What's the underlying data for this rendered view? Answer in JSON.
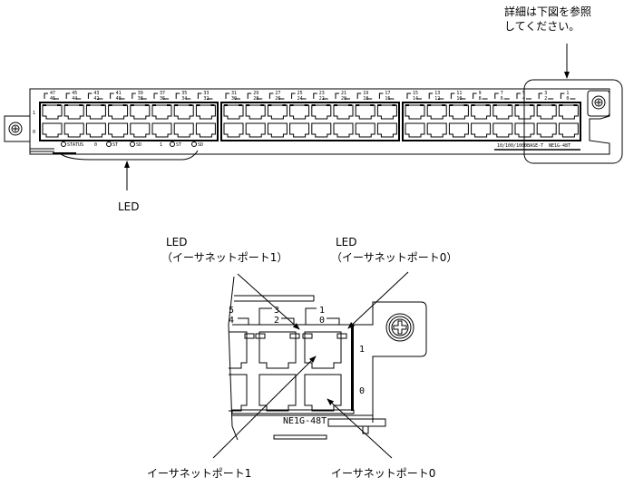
{
  "note": {
    "line1": "詳細は下図を参照",
    "line2": "してください。"
  },
  "led_callout": "LED",
  "panel": {
    "port_columns": [
      [
        "47",
        "46"
      ],
      [
        "45",
        "44"
      ],
      [
        "43",
        "42"
      ],
      [
        "41",
        "40"
      ],
      [
        "39",
        "38"
      ],
      [
        "37",
        "36"
      ],
      [
        "35",
        "34"
      ],
      [
        "33",
        "32"
      ],
      [
        "31",
        "30"
      ],
      [
        "29",
        "28"
      ],
      [
        "27",
        "26"
      ],
      [
        "25",
        "24"
      ],
      [
        "23",
        "22"
      ],
      [
        "21",
        "20"
      ],
      [
        "19",
        "18"
      ],
      [
        "17",
        "16"
      ],
      [
        "15",
        "14"
      ],
      [
        "13",
        "12"
      ],
      [
        "11",
        "10"
      ],
      [
        "9",
        "8"
      ],
      [
        "7",
        "6"
      ],
      [
        "5",
        "4"
      ],
      [
        "3",
        "2"
      ],
      [
        "1",
        "0"
      ]
    ],
    "row_top": "1",
    "row_bottom": "0",
    "led_labels": [
      "STATUS",
      "0",
      "ST",
      "SD",
      "1",
      "ST",
      "SD"
    ],
    "speed_label": "10/100/1000BASE-T",
    "model": "NE1G-48T"
  },
  "detail": {
    "led1": {
      "title": "LED",
      "sub": "（イーサネットポート1）"
    },
    "led0": {
      "title": "LED",
      "sub": "（イーサネットポート0）"
    },
    "port_numbers": [
      [
        "5",
        "4"
      ],
      [
        "3",
        "2"
      ],
      [
        "1",
        "0"
      ]
    ],
    "row_top": "1",
    "row_bottom": "0",
    "model": "NE1G-48T",
    "eth1": "イーサネットポート1",
    "eth0": "イーサネットポート0"
  }
}
